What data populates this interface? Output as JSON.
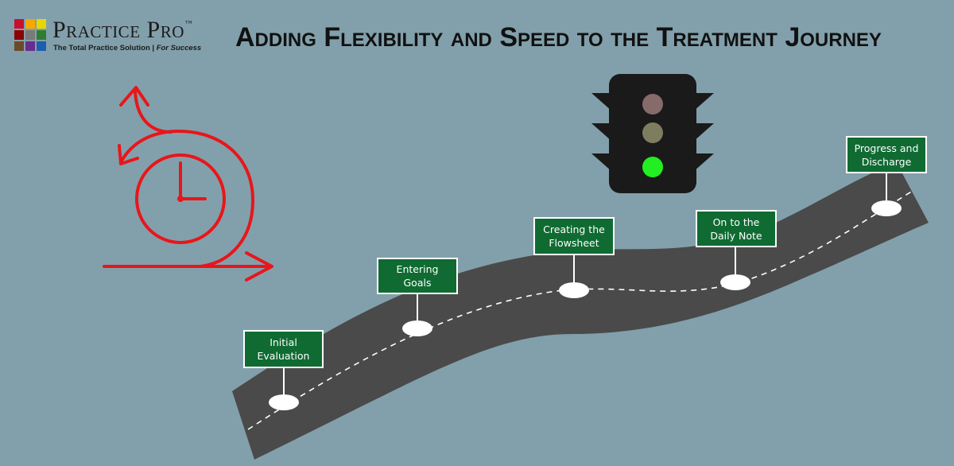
{
  "logo": {
    "name": "Practice Pro",
    "trademark": "™",
    "tagline_main": "The Total Practice Solution | ",
    "tagline_emphasis": "For Success",
    "grid_colors": [
      "#c8102e",
      "#f6a800",
      "#e8d600",
      "#8b0000",
      "#7a7a7a",
      "#2f7d32",
      "#6b4a2b",
      "#6a2c91",
      "#1c5fb0"
    ]
  },
  "title": "Adding Flexibility and Speed to the Treatment Journey",
  "colors": {
    "background": "#82a0ab",
    "road": "#4a4a4a",
    "sign": "#0f6b32",
    "cycle_icon": "#e8161b",
    "traffic_light_body": "#1a1a1a",
    "light_red_dim": "#876a6a",
    "light_yellow_dim": "#7d7e60",
    "light_green_on": "#22ee22"
  },
  "icons": {
    "cycle": "clock-with-circular-arrows-icon",
    "traffic_light": "traffic-light-icon"
  },
  "milestones": [
    {
      "line1": "Initial",
      "line2": "Evaluation"
    },
    {
      "line1": "Entering Goals",
      "line2": ""
    },
    {
      "line1": "Creating the",
      "line2": "Flowsheet"
    },
    {
      "line1": "On to the",
      "line2": "Daily Note"
    },
    {
      "line1": "Progress and",
      "line2": "Discharge"
    }
  ]
}
